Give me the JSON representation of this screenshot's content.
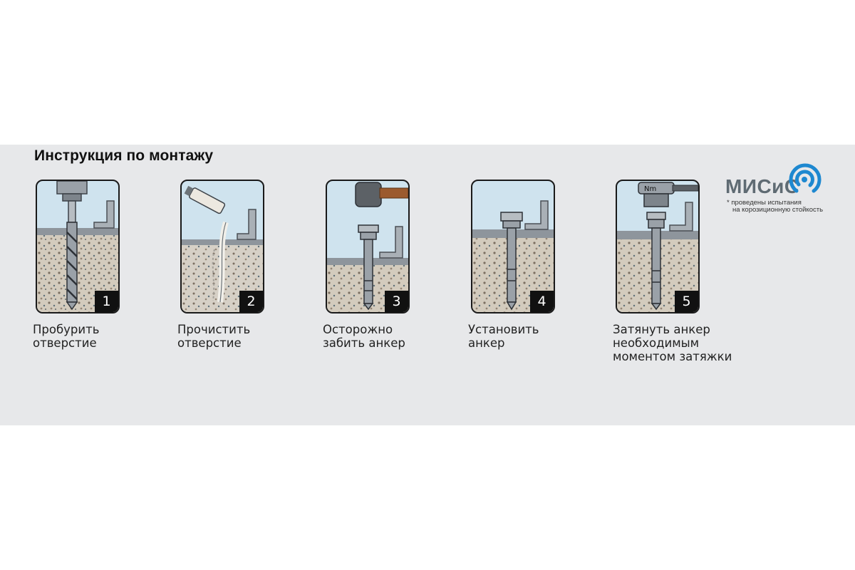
{
  "title": "Инструкция по монтажу",
  "logo": {
    "name": "МИСиС",
    "note_line1": "* проведены испытания",
    "note_line2": "на корозиционную стойкость",
    "accent_color": "#1e88d0"
  },
  "steps": [
    {
      "number": "1",
      "line1": "Пробурить",
      "line2": "отверстие",
      "line3": ""
    },
    {
      "number": "2",
      "line1": "Прочистить",
      "line2": "отверстие",
      "line3": ""
    },
    {
      "number": "3",
      "line1": "Осторожно",
      "line2": "забить анкер",
      "line3": ""
    },
    {
      "number": "4",
      "line1": "Установить",
      "line2": "анкер",
      "line3": ""
    },
    {
      "number": "5",
      "line1": "Затянуть анкер",
      "line2": "необходимым",
      "line3": "моментом затяжки"
    }
  ],
  "torque_label": "Nm",
  "colors": {
    "band": "#e7e8ea",
    "sky": "#cfe3ee",
    "concrete": "#d3cbbd",
    "steel": "#9aa1a8"
  }
}
